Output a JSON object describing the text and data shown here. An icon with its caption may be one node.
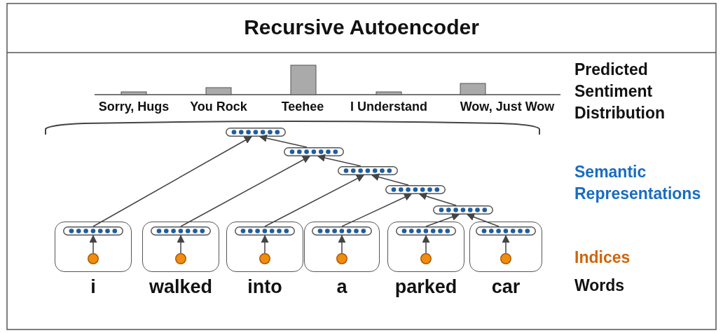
{
  "diagram": {
    "title": "Recursive Autoencoder",
    "nodes": [
      {
        "text": [],
        "shape": "bar"
      },
      {
        "text": [],
        "shape": "bar"
      },
      {
        "text": [],
        "shape": "bar"
      },
      {
        "text": [],
        "shape": "bar"
      },
      {
        "text": [],
        "shape": "bar"
      },
      {
        "text": [
          "i"
        ]
      },
      {
        "text": [],
        "shape": "bar",
        "in": 5
      },
      {
        "text": [],
        "shape": "circle",
        "in": 5
      },
      {
        "text": [
          "walked"
        ]
      },
      {
        "text": [],
        "shape": "bar",
        "in": 8
      },
      {
        "text": [],
        "shape": "circle",
        "in": 8
      },
      {
        "text": [
          "into"
        ]
      },
      {
        "text": [],
        "shape": "bar",
        "in": 11
      },
      {
        "text": [],
        "shape": "circle",
        "in": 11
      },
      {
        "text": [
          "a"
        ]
      },
      {
        "text": [],
        "shape": "bar",
        "in": 14
      },
      {
        "text": [],
        "shape": "circle",
        "in": 14
      },
      {
        "text": [
          "parked"
        ]
      },
      {
        "text": [],
        "shape": "bar",
        "in": 17
      },
      {
        "text": [],
        "shape": "circle",
        "in": 17
      },
      {
        "text": [
          "car"
        ]
      },
      {
        "text": [],
        "shape": "bar",
        "in": 20
      },
      {
        "text": [],
        "shape": "circle",
        "in": 20
      }
    ],
    "edges": [
      {
        "from": 7,
        "to": 6,
        "arrow": "to"
      },
      {
        "from": 10,
        "to": 9,
        "arrow": "to"
      },
      {
        "from": 13,
        "to": 12,
        "arrow": "to"
      },
      {
        "from": 16,
        "to": 15,
        "arrow": "to"
      },
      {
        "from": 19,
        "to": 18,
        "arrow": "to"
      },
      {
        "from": 22,
        "to": 21,
        "arrow": "to"
      },
      {
        "from": 6,
        "to": 0,
        "arrow": "to"
      },
      {
        "from": 1,
        "to": 0,
        "arrow": "to"
      },
      {
        "from": 9,
        "to": 1,
        "arrow": "to"
      },
      {
        "from": 2,
        "to": 1,
        "arrow": "to"
      },
      {
        "from": 12,
        "to": 2,
        "arrow": "to"
      },
      {
        "from": 3,
        "to": 2,
        "arrow": "to"
      },
      {
        "from": 15,
        "to": 3,
        "arrow": "to"
      },
      {
        "from": 4,
        "to": 3,
        "arrow": "to"
      },
      {
        "from": 18,
        "to": 4,
        "arrow": "to"
      },
      {
        "from": 21,
        "to": 4,
        "arrow": "to"
      }
    ],
    "labels": [
      "Sorry, Hugs",
      "You Rock",
      "Teehee",
      "I Understand",
      "Wow, Just Wow",
      "Predicted Sentiment Distribution",
      "Semantic Representations",
      "Indices",
      "Words"
    ]
  }
}
